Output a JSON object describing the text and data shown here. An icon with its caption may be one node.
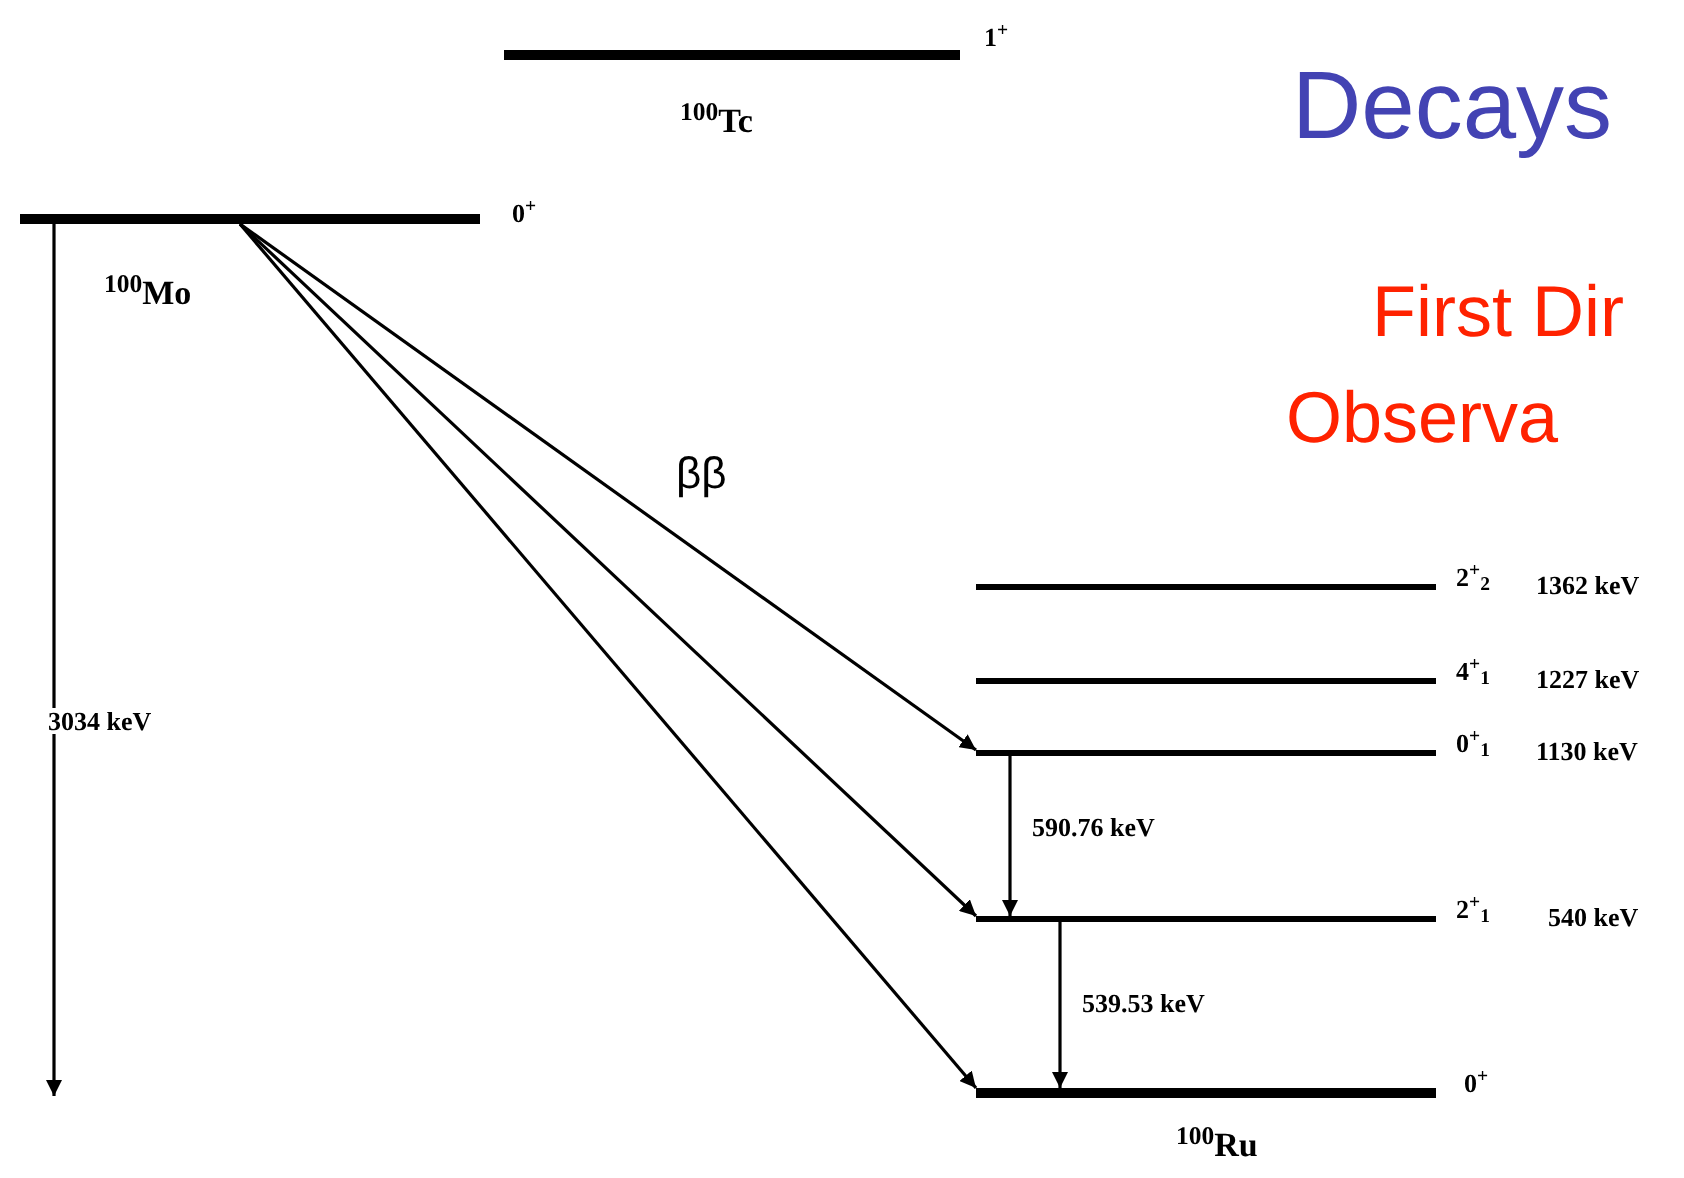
{
  "diagram": {
    "nodes": [
      {
        "text": [],
        "shape": "bar",
        "beside": [
          "1$^{+}$",
          "$^{100}$Tc"
        ]
      },
      {
        "text": [],
        "shape": "bar",
        "beside": [
          "0$^{+}$",
          "$^{100}$Mo"
        ]
      },
      {
        "text": [],
        "shape": "bar",
        "beside": [
          "2$^{+}$$_{2}$",
          "1362 keV"
        ]
      },
      {
        "text": [],
        "shape": "bar",
        "beside": [
          "4$^{+}$$_{1}$",
          "1227 keV"
        ]
      },
      {
        "text": [],
        "shape": "bar",
        "beside": [
          "0$^{+}$$_{1}$",
          "1130 keV"
        ]
      },
      {
        "text": [],
        "shape": "bar",
        "beside": [
          "2$^{+}$$_{1}$",
          "540 keV"
        ]
      },
      {
        "text": [],
        "shape": "bar",
        "beside": [
          "0$^{+}$",
          "$^{100}$Ru"
        ]
      }
    ],
    "edges": [
      {
        "from": 1,
        "to": 4,
        "arrow": "to",
        "label": "ββ"
      },
      {
        "from": 1,
        "to": 5,
        "arrow": "to"
      },
      {
        "from": 1,
        "to": 6,
        "arrow": "to"
      },
      {
        "from": 4,
        "to": 5,
        "arrow": "to",
        "label": "590.76 keV"
      },
      {
        "from": 5,
        "to": 6,
        "arrow": "to",
        "label": "539.53 keV"
      },
      {
        "from": 1,
        "to": null,
        "arrow": "to",
        "label": "3034 keV"
      }
    ],
    "labels": [
      "Decays",
      "First Dir",
      "Observa"
    ]
  }
}
